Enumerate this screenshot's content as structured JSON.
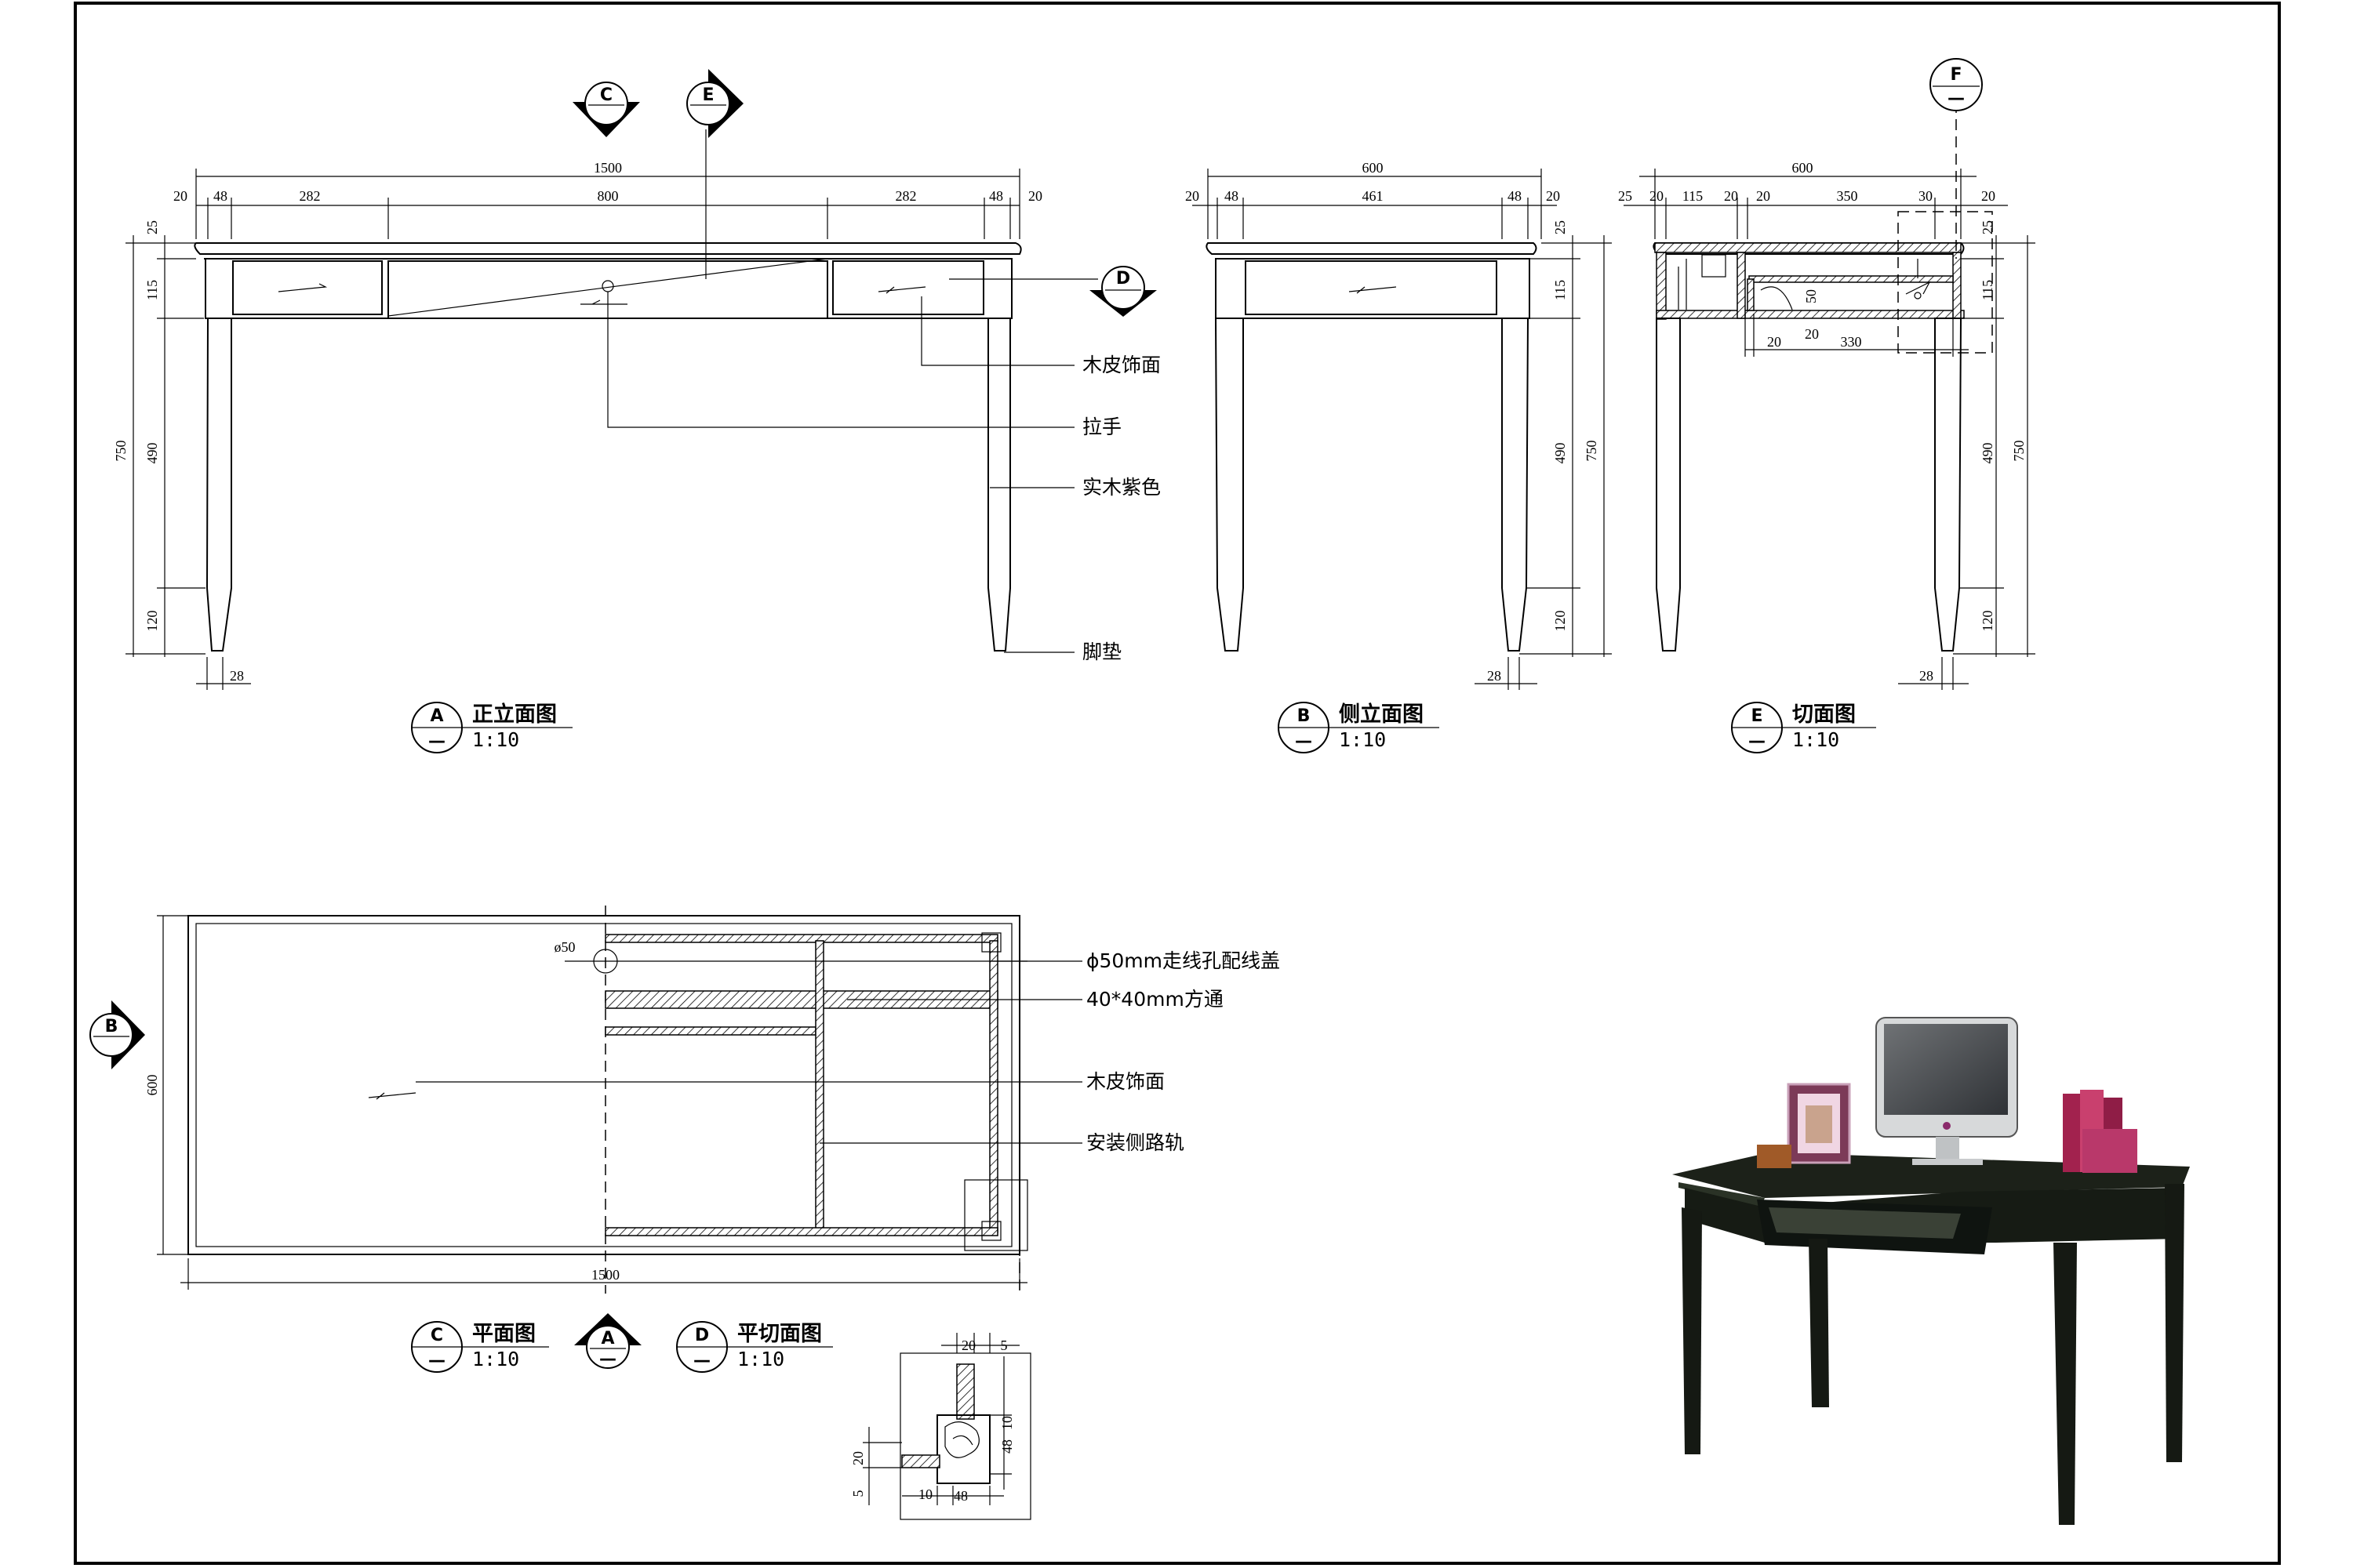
{
  "views": {
    "front": {
      "tag": "A",
      "sub": "—",
      "title": "正立面图",
      "scale": "1:10"
    },
    "side": {
      "tag": "B",
      "sub": "—",
      "title": "侧立面图",
      "scale": "1:10"
    },
    "section": {
      "tag": "E",
      "sub": "—",
      "title": "切面图",
      "scale": "1:10"
    },
    "plan": {
      "tag": "C",
      "sub": "—",
      "title": "平面图",
      "scale": "1:10"
    },
    "plan_section": {
      "tag": "D",
      "sub": "—",
      "title": "平切面图",
      "scale": "1:10"
    },
    "plan_marker": {
      "tag": "A",
      "sub": "—"
    }
  },
  "section_markers": {
    "c": "C",
    "e": "E",
    "d": "D",
    "f": "F",
    "b": "B",
    "dash": "—"
  },
  "front_dims": {
    "overall": "1500",
    "s20a": "20",
    "s48a": "48",
    "s282a": "282",
    "s800": "800",
    "s282b": "282",
    "s48b": "48",
    "s20b": "20",
    "h25": "25",
    "h115": "115",
    "h750": "750",
    "h490": "490",
    "h120": "120",
    "leg": "28"
  },
  "side_dims": {
    "overall": "600",
    "s20a": "20",
    "s48a": "48",
    "s461": "461",
    "s48b": "48",
    "s20b": "20",
    "h25": "25",
    "h115": "115",
    "h490": "490",
    "h750": "750",
    "h120": "120",
    "leg": "28"
  },
  "section_dims": {
    "overall": "600",
    "s25": "25",
    "s20a": "20",
    "s115": "115",
    "s20b": "20",
    "s20c": "20",
    "s350": "350",
    "s30": "30",
    "s20d": "20",
    "h25": "25",
    "h115": "115",
    "h490": "490",
    "h750": "750",
    "h120": "120",
    "leg": "28",
    "inner50": "50",
    "inner20": "20",
    "b20": "20",
    "b330": "330"
  },
  "plan_dims": {
    "width": "1500",
    "depth": "600",
    "hole": "ø50"
  },
  "detail_dims": {
    "d20": "20",
    "d5": "5",
    "d10a": "10",
    "d48a": "48",
    "d20v": "20",
    "d5v": "5",
    "d10b": "10",
    "d48b": "48"
  },
  "notes": {
    "veneer": "木皮饰面",
    "handle": "拉手",
    "solidwood": "实木紫色",
    "foot": "脚垫",
    "cable": "ϕ50mm走线孔配线盖",
    "tube": "40*40mm方通",
    "veneer2": "木皮饰面",
    "rail": "安装侧路轨"
  },
  "colors": {
    "line": "#000000",
    "desk": "#1c2119",
    "paper": "#ffffff"
  }
}
